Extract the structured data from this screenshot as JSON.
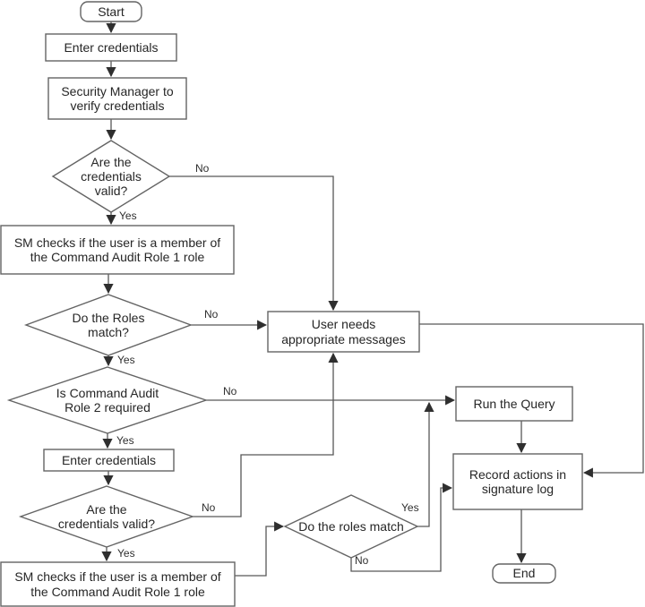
{
  "diagram": {
    "type": "flowchart",
    "colors": {
      "line": "#575757",
      "shape_border": "#646464",
      "shape_fill": "#ffffff",
      "text": "#262626",
      "arrowhead": "#2f2f2f"
    },
    "nodes": {
      "start": {
        "shape": "terminator",
        "label": "Start"
      },
      "enter_credentials_1": {
        "shape": "process",
        "label": "Enter credentials"
      },
      "security_manager_verify": {
        "shape": "process",
        "label": "Security Manager to\nverify credentials"
      },
      "credentials_valid_1": {
        "shape": "decision",
        "label": "Are the\ncredentials\nvalid?"
      },
      "sm_checks_membership_1": {
        "shape": "process",
        "label": "SM checks if the user is a member of\nthe Command Audit Role 1 role"
      },
      "roles_match_1": {
        "shape": "decision",
        "label": "Do the Roles\nmatch?"
      },
      "user_needs_messages": {
        "shape": "process",
        "label": "User needs\nappropriate messages"
      },
      "command_audit_role_2_required": {
        "shape": "decision",
        "label": "Is Command Audit\nRole 2 required"
      },
      "enter_credentials_2": {
        "shape": "process",
        "label": "Enter credentials"
      },
      "credentials_valid_2": {
        "shape": "decision",
        "label": "Are the\ncredentials valid?"
      },
      "sm_checks_membership_2": {
        "shape": "process",
        "label": "SM checks if the user is a member of\nthe Command Audit Role 1 role"
      },
      "roles_match_2": {
        "shape": "decision",
        "label": "Do the roles match"
      },
      "run_query": {
        "shape": "process",
        "label": "Run the Query"
      },
      "record_actions": {
        "shape": "process",
        "label": "Record actions in\nsignature log"
      },
      "end": {
        "shape": "terminator",
        "label": "End"
      }
    },
    "edge_labels": {
      "credentials_valid_1_no": "No",
      "credentials_valid_1_yes": "Yes",
      "roles_match_1_no": "No",
      "roles_match_1_yes": "Yes",
      "role_2_required_no": "No",
      "role_2_required_yes": "Yes",
      "credentials_valid_2_no": "No",
      "credentials_valid_2_yes": "Yes",
      "roles_match_2_yes": "Yes",
      "roles_match_2_no": "No"
    }
  }
}
